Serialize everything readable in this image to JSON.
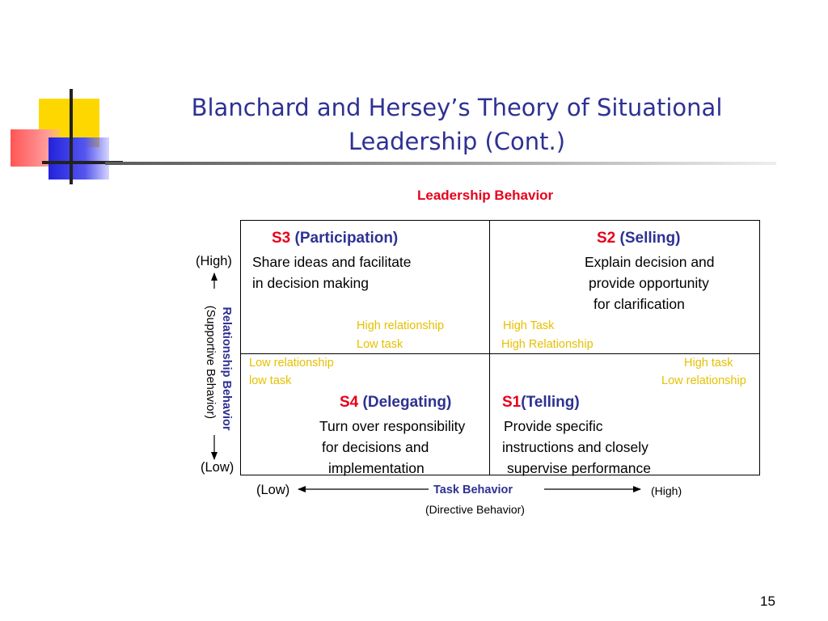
{
  "slide": {
    "title_line1": "Blanchard and Hersey’s  Theory of Situational",
    "title_line2": "Leadership (Cont.)",
    "page_number": "15"
  },
  "diagram": {
    "top_label": "Leadership Behavior",
    "quadrants": {
      "s3": {
        "code": "S3",
        "name": "(Participation)",
        "line1": "Share ideas and facilitate",
        "line2": "in decision making",
        "rel_label": "High relationship",
        "task_label": "Low task"
      },
      "s2": {
        "code": "S2",
        "name": "(Selling)",
        "line1": "Explain decision and",
        "line2": "provide opportunity",
        "line3": "for clarification",
        "task_label": "High Task",
        "rel_label": "High Relationship"
      },
      "s4": {
        "code": "S4",
        "name": "(Delegating)",
        "line1": "Turn over responsibility",
        "line2": "for decisions and",
        "line3": "implementation",
        "rel_label": "Low relationship",
        "task_label": "low task"
      },
      "s1": {
        "code": "S1",
        "name": "(Telling)",
        "line1": "Provide specific",
        "line2": "instructions and closely",
        "line3": "supervise performance",
        "task_label": "High task",
        "rel_label": "Low relationship"
      }
    },
    "y_axis": {
      "high": "(High)",
      "low": "(Low)",
      "title": "Relationship Behavior",
      "subtitle": "(Supportive Behavior)"
    },
    "x_axis": {
      "low": "(Low)",
      "high": "(High)",
      "title": "Task Behavior",
      "subtitle": "(Directive Behavior)"
    }
  }
}
